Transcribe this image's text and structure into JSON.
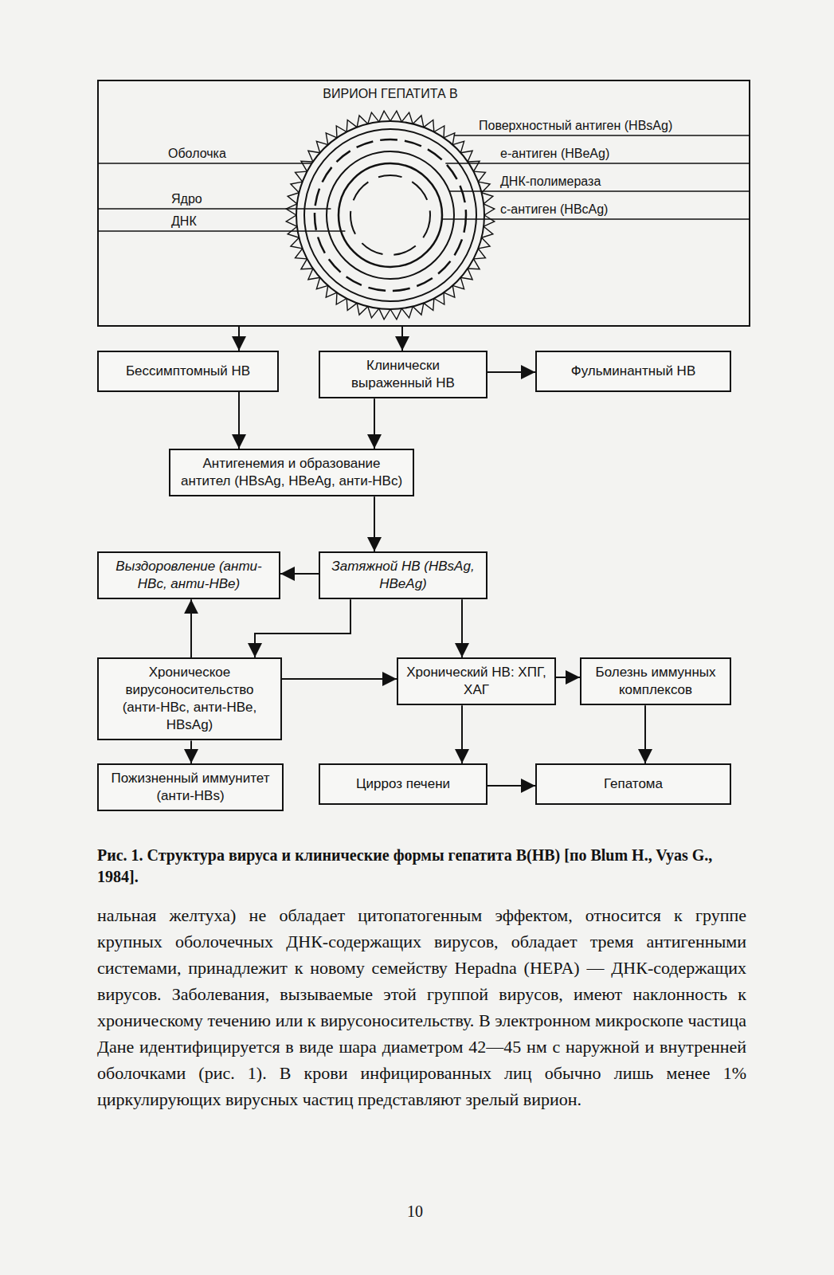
{
  "diagram": {
    "caption": "Рис. 1. Структура вируса и клинические формы гепатита В(НВ) [по Blum H., Vyas G., 1984].",
    "nodes": [
      {
        "text": [
          "ВИРИОН ГЕПАТИТА В"
        ]
      },
      {
        "text": [
          "Бессимптомный НВ"
        ]
      },
      {
        "text": [
          "Клинически выраженный НВ"
        ]
      },
      {
        "text": [
          "Фульминантный НВ"
        ]
      },
      {
        "text": [
          "Антигенемия и образование антител (HBsAg, HBeAg, анти-HBc)"
        ]
      },
      {
        "text": [
          "Выздоровление (анти-HBc, анти-HBe)"
        ]
      },
      {
        "text": [
          "Затяжной НВ (HBsAg, HBeAg)"
        ]
      },
      {
        "text": [
          "Хроническое вирусоносительство (анти-HBc, анти-HBe, HBsAg)"
        ]
      },
      {
        "text": [
          "Хронический НВ: ХПГ, ХАГ"
        ]
      },
      {
        "text": [
          "Болезнь иммунных комплексов"
        ]
      },
      {
        "text": [
          "Пожизненный иммунитет (анти-HBs)"
        ]
      },
      {
        "text": [
          "Цирроз печени"
        ]
      },
      {
        "text": [
          "Гепатома"
        ]
      }
    ],
    "edges": [
      {
        "from": 0,
        "to": 1,
        "arrow": "to"
      },
      {
        "from": 0,
        "to": 2,
        "arrow": "to"
      },
      {
        "from": 2,
        "to": 3,
        "arrow": "to"
      },
      {
        "from": 1,
        "to": 4,
        "arrow": "to"
      },
      {
        "from": 2,
        "to": 4,
        "arrow": "to"
      },
      {
        "from": 4,
        "to": 6,
        "arrow": "to"
      },
      {
        "from": 6,
        "to": 5,
        "arrow": "to"
      },
      {
        "from": 7,
        "to": 5,
        "arrow": "to"
      },
      {
        "from": 6,
        "to": 7,
        "arrow": "to"
      },
      {
        "from": 6,
        "to": 8,
        "arrow": "to"
      },
      {
        "from": 7,
        "to": 8,
        "arrow": "to"
      },
      {
        "from": 8,
        "to": 9,
        "arrow": "to"
      },
      {
        "from": 7,
        "to": 10,
        "arrow": "to"
      },
      {
        "from": 8,
        "to": 11,
        "arrow": "to"
      },
      {
        "from": 9,
        "to": 12,
        "arrow": "to"
      },
      {
        "from": 11,
        "to": 12,
        "arrow": "to"
      }
    ],
    "labels": [
      "Оболочка",
      "Ядро",
      "ДНК",
      "Поверхностный антиген (HBsAg)",
      "е-антиген (HBeAg)",
      "ДНК-полимераза",
      "с-антиген (HBcAg)",
      "нальная желтуха) не обладает цитопатогенным эффектом, относится к группе крупных оболочечных ДНК-содержащих вирусов, обладает тремя антигенными системами, принадлежит к новому семейству Hepadna (HEPA) — ДНК-содержащих вирусов. Заболевания, вызываемые этой группой вирусов, имеют наклонность к хроническому течению или к вирусоносительству. В электронном микроскопе частица Дане идентифицируется в виде шара диаметром 42—45 нм с наружной и внутренней оболочками (рис. 1). В крови инфицированных лиц обычно лишь менее 1% циркулирующих вирусных частиц представляют зрелый вирион.",
      "10"
    ]
  }
}
